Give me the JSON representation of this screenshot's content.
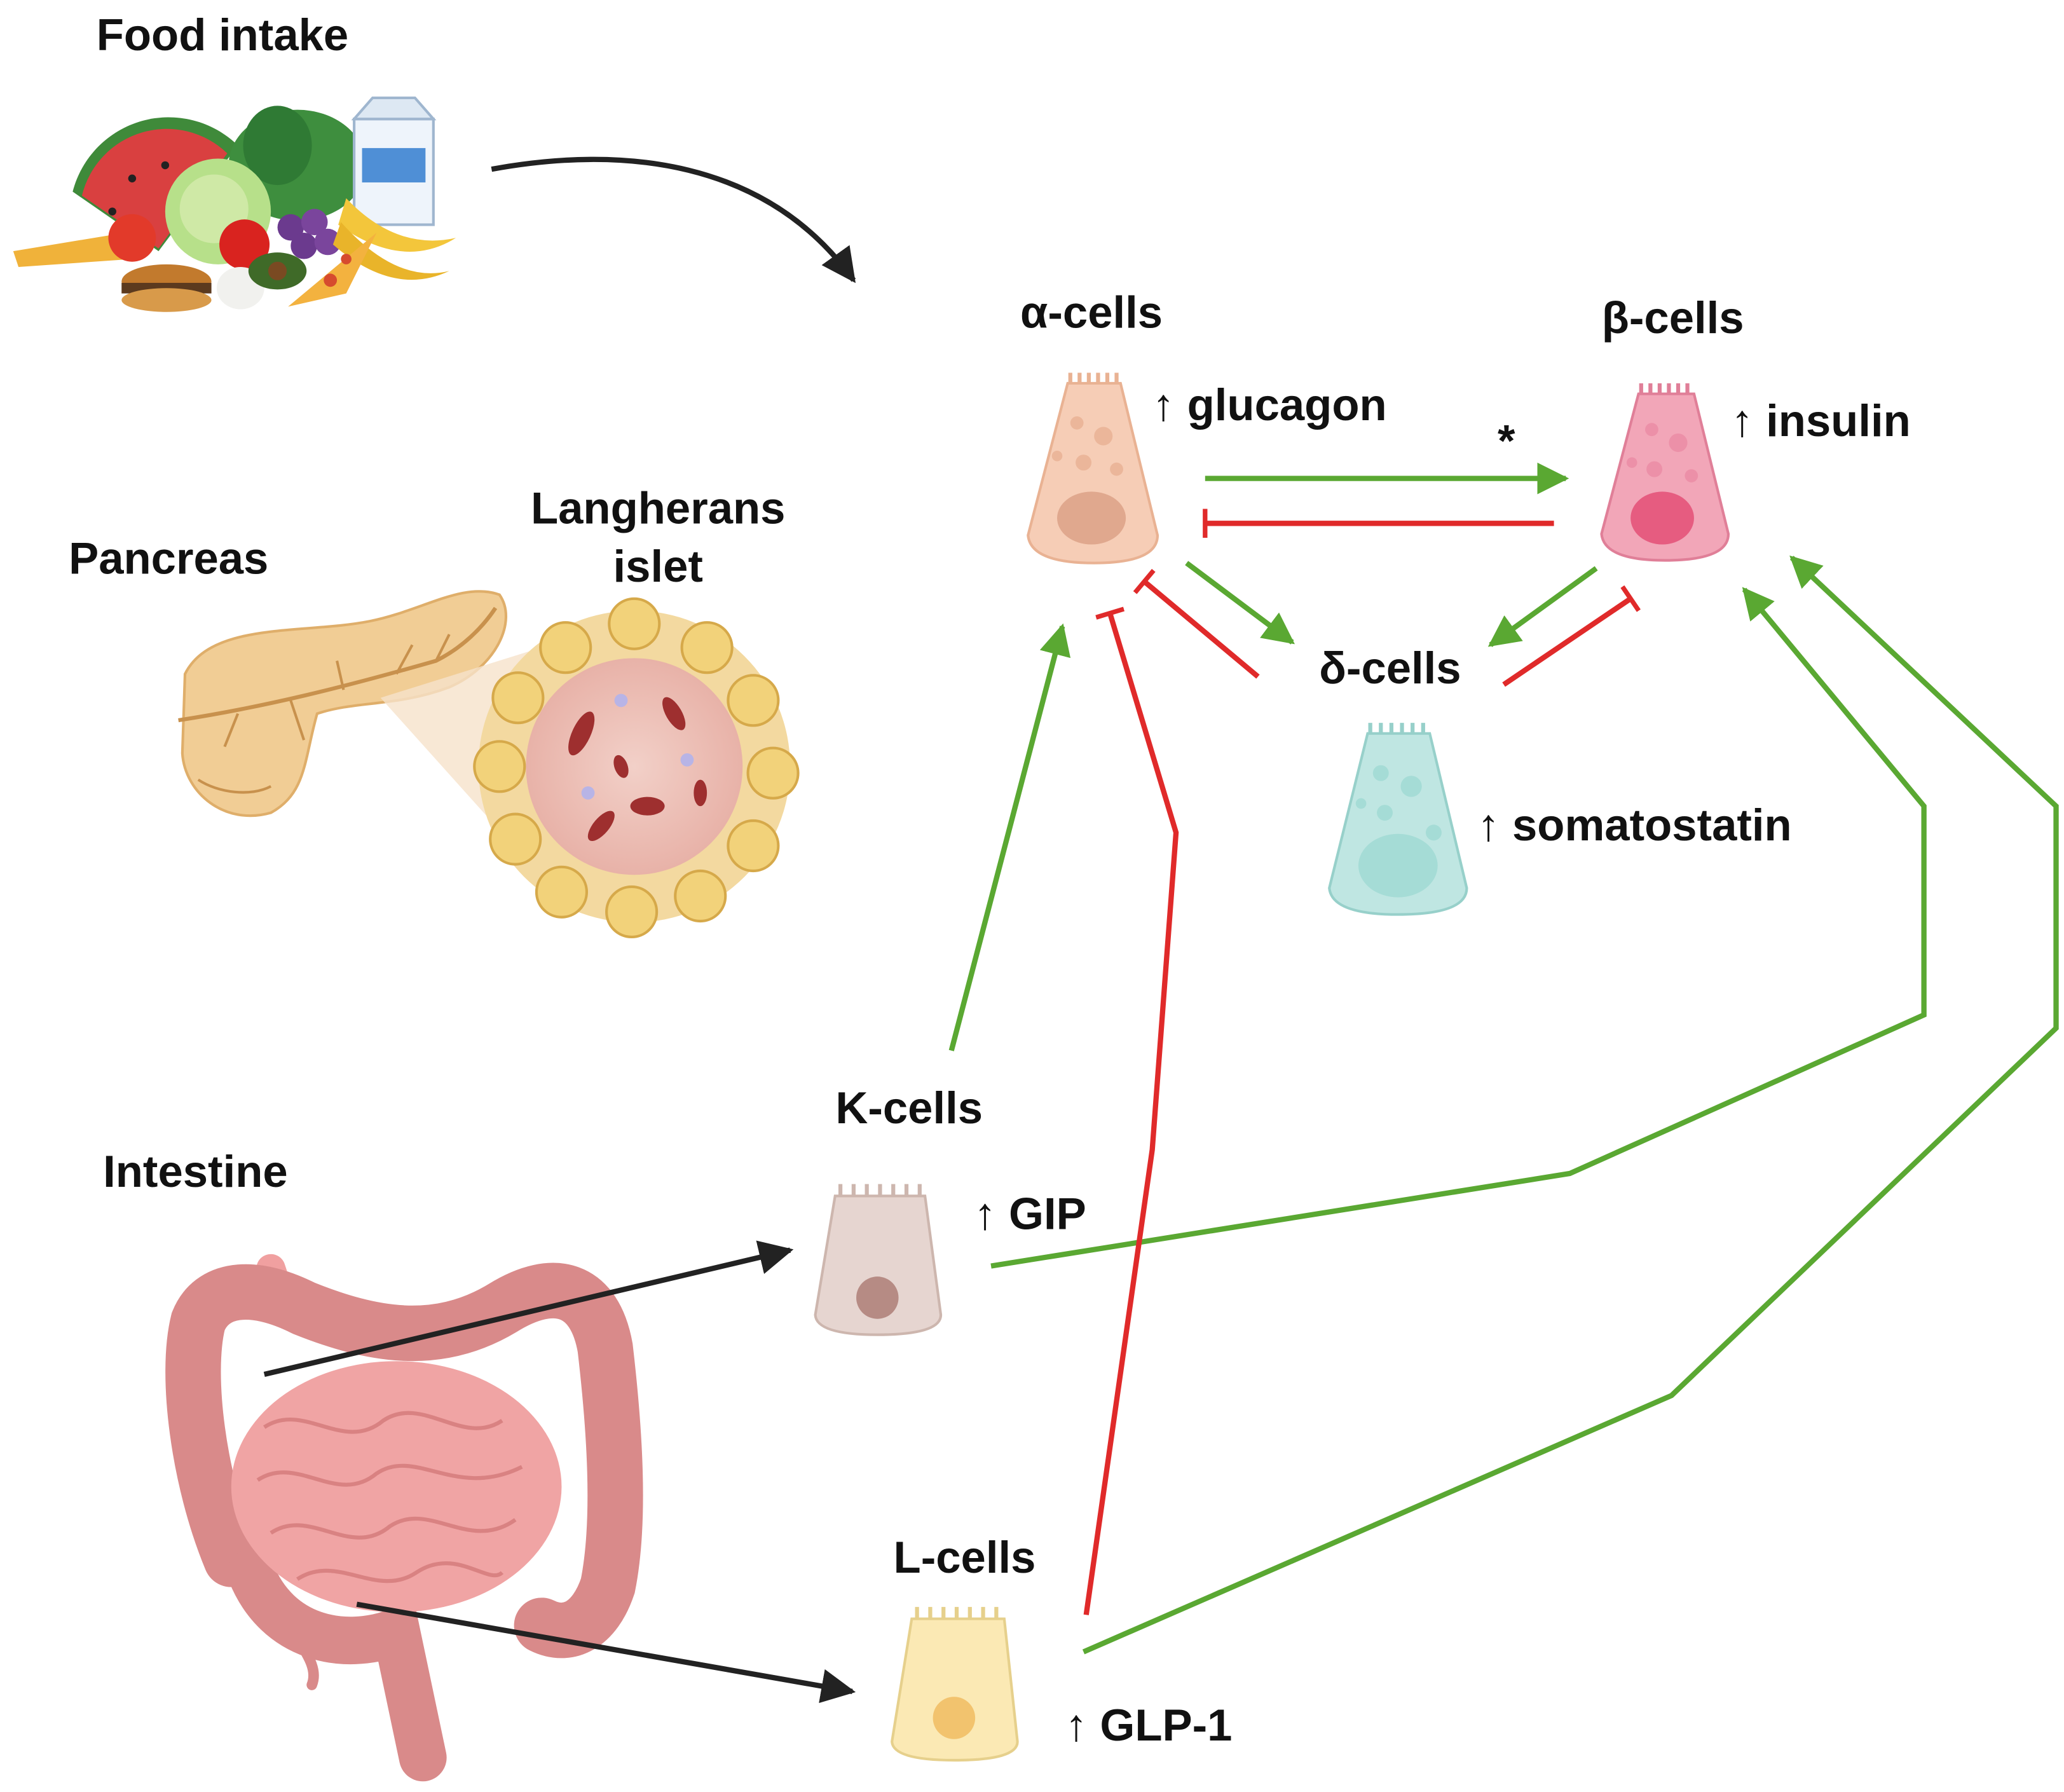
{
  "food": {
    "label": "Food intake"
  },
  "pancreas": {
    "label": "Pancreas",
    "islet_line1": "Langherans",
    "islet_line2": "islet"
  },
  "intestine": {
    "label": "Intestine"
  },
  "alpha": {
    "label": "α-cells",
    "hormone": "↑ glucagon"
  },
  "beta": {
    "label": "β-cells",
    "hormone": "↑ insulin"
  },
  "delta": {
    "label": "δ-cells",
    "hormone": "↑ somatostatin"
  },
  "k_cells": {
    "label": "K-cells",
    "hormone": "↑ GIP"
  },
  "l_cells": {
    "label": "L-cells",
    "hormone": "↑ GLP-1"
  },
  "asterisk": "*",
  "colors": {
    "stimulate": "#5aa832",
    "inhibit": "#e02a2a",
    "flow": "#222222",
    "alpha_cell": "#f6cdb6",
    "beta_cell": "#f2a6b8",
    "delta_cell": "#bfe6e2",
    "k_cell": "#e6d5d0",
    "l_cell": "#fbe9b4"
  }
}
